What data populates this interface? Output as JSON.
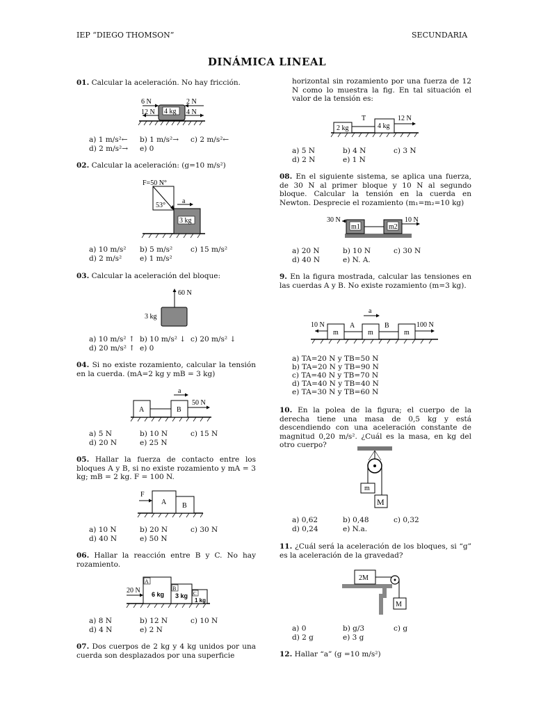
{
  "header": {
    "school": "IEP “DIEGO THOMSON”",
    "level": "SECUNDARIA"
  },
  "title": "DINÁMICA LINEAL",
  "q1": {
    "num": "01.",
    "text": "Calcular la aceleración. No hay fricción.",
    "fig": {
      "f1": "6 N",
      "f2": "2 N",
      "f3": "12 N",
      "f4": "4 N",
      "mass": "4 kg"
    },
    "opts": [
      "a) 1 m/s²←",
      "b) 1 m/s²→",
      "c) 2 m/s²←",
      "d) 2 m/s²→",
      "e) 0"
    ]
  },
  "q2": {
    "num": "02.",
    "text": "Calcular la aceleración: (g=10 m/s²)",
    "fig": {
      "force": "F=50 N°",
      "angle": "53°",
      "accel": "a",
      "mass": "3 kg"
    },
    "opts": [
      "a) 10 m/s²",
      "b) 5 m/s²",
      "c) 15 m/s²",
      "d) 2 m/s²",
      "e) 1 m/s²"
    ]
  },
  "q3": {
    "num": "03.",
    "text": "Calcular la aceleración del bloque:",
    "fig": {
      "force": "60 N",
      "mass": "3 kg"
    },
    "opts": [
      "a) 10 m/s² ↑",
      "b) 10 m/s² ↓",
      "c) 20 m/s² ↓",
      "d) 20 m/s² ↑",
      "e) 0"
    ]
  },
  "q4": {
    "num": "04.",
    "text": "Si no existe rozamiento, calcular la tensión en la cuerda. (mA=2 kg y mB = 3 kg)",
    "fig": {
      "a": "A",
      "b": "B",
      "accel": "a",
      "force": "50 N"
    },
    "opts": [
      "a) 5 N",
      "b) 10 N",
      "c) 15 N",
      "d) 20 N",
      "e) 25 N"
    ]
  },
  "q5": {
    "num": "05.",
    "text": "Hallar la fuerza de contacto entre los bloques A y B, si no existe rozamiento y mA = 3 kg; mB = 2 kg. F = 100 N.",
    "fig": {
      "f": "F",
      "a": "A",
      "b": "B"
    },
    "opts": [
      "a) 10 N",
      "b) 20 N",
      "c) 30 N",
      "d) 40 N",
      "e) 50 N"
    ]
  },
  "q6": {
    "num": "06.",
    "text": "Hallar la reacción entre B y C. No hay rozamiento.",
    "fig": {
      "force": "20 N",
      "a": "A",
      "b": "B",
      "c": "C",
      "ma": "6 kg",
      "mb": "3 kg",
      "mc": "1 kg"
    },
    "opts": [
      "a) 8 N",
      "b) 12 N",
      "c) 10 N",
      "d) 4 N",
      "e) 2 N"
    ]
  },
  "q7": {
    "num": "07.",
    "text_a": "Dos cuerpos de 2 kg y 4 kg unidos por una cuerda son desplazados por una superficie",
    "text_b": "horizontal sin rozamiento por una fuerza de 12 N como lo muestra la fig. En tal situación el valor de la tensión es:",
    "fig": {
      "t": "T",
      "force": "12 N",
      "m1": "2 kg",
      "m2": "4 kg"
    },
    "opts": [
      "a) 5 N",
      "b) 4 N",
      "c) 3 N",
      "d) 2 N",
      "e) 1 N"
    ]
  },
  "q8": {
    "num": "08.",
    "text": "En el siguiente sistema, se aplica una fuerza, de 30 N al primer bloque y 10 N al segundo bloque. Calcular la tensión en la cuerda en Newton. Desprecie el rozamiento (m₁=m₂=10 kg)",
    "fig": {
      "f1": "30 N",
      "f2": "10 N",
      "m1": "m1",
      "m2": "m2"
    },
    "opts": [
      "a) 20 N",
      "b) 10 N",
      "c) 30 N",
      "d) 40 N",
      "e)  N. A."
    ]
  },
  "q9": {
    "num": "9.",
    "text": "En la figura mostrada, calcular las tensiones en las cuerdas A y B. No existe rozamiento (m=3 kg).",
    "fig": {
      "f1": "10 N",
      "f2": "100 N",
      "a": "A",
      "b": "B",
      "accel": "a",
      "m": "m"
    },
    "opts": [
      "a) TA=20 N y TB=50 N",
      "b) TA=20 N y TB=90 N",
      "c) TA=40 N y TB=70 N",
      "d) TA=40 N y TB=40 N",
      "e) TA=30 N y TB=60 N"
    ]
  },
  "q10": {
    "num": "10.",
    "text": "En la polea de la figura; el cuerpo de la derecha tiene una masa de 0,5 kg y está descendiendo con una aceleración constante de magnitud 0,20 m/s². ¿Cuál es la masa, en kg del otro cuerpo?",
    "fig": {
      "m": "m",
      "M": "M"
    },
    "opts": [
      "a) 0,62",
      "b) 0,48",
      "c) 0,32",
      "d) 0,24",
      "e) N.a."
    ]
  },
  "q11": {
    "num": "11.",
    "text": "¿Cuál será la aceleración de los bloques, si “g” es la aceleración de la gravedad?",
    "fig": {
      "m1": "2M",
      "m2": "M"
    },
    "opts": [
      "a) 0",
      "b) g/3",
      "c) g",
      "d) 2 g",
      "e) 3 g"
    ]
  },
  "q12": {
    "num": "12.",
    "text": "Hallar “a” (g =10 m/s²)"
  }
}
